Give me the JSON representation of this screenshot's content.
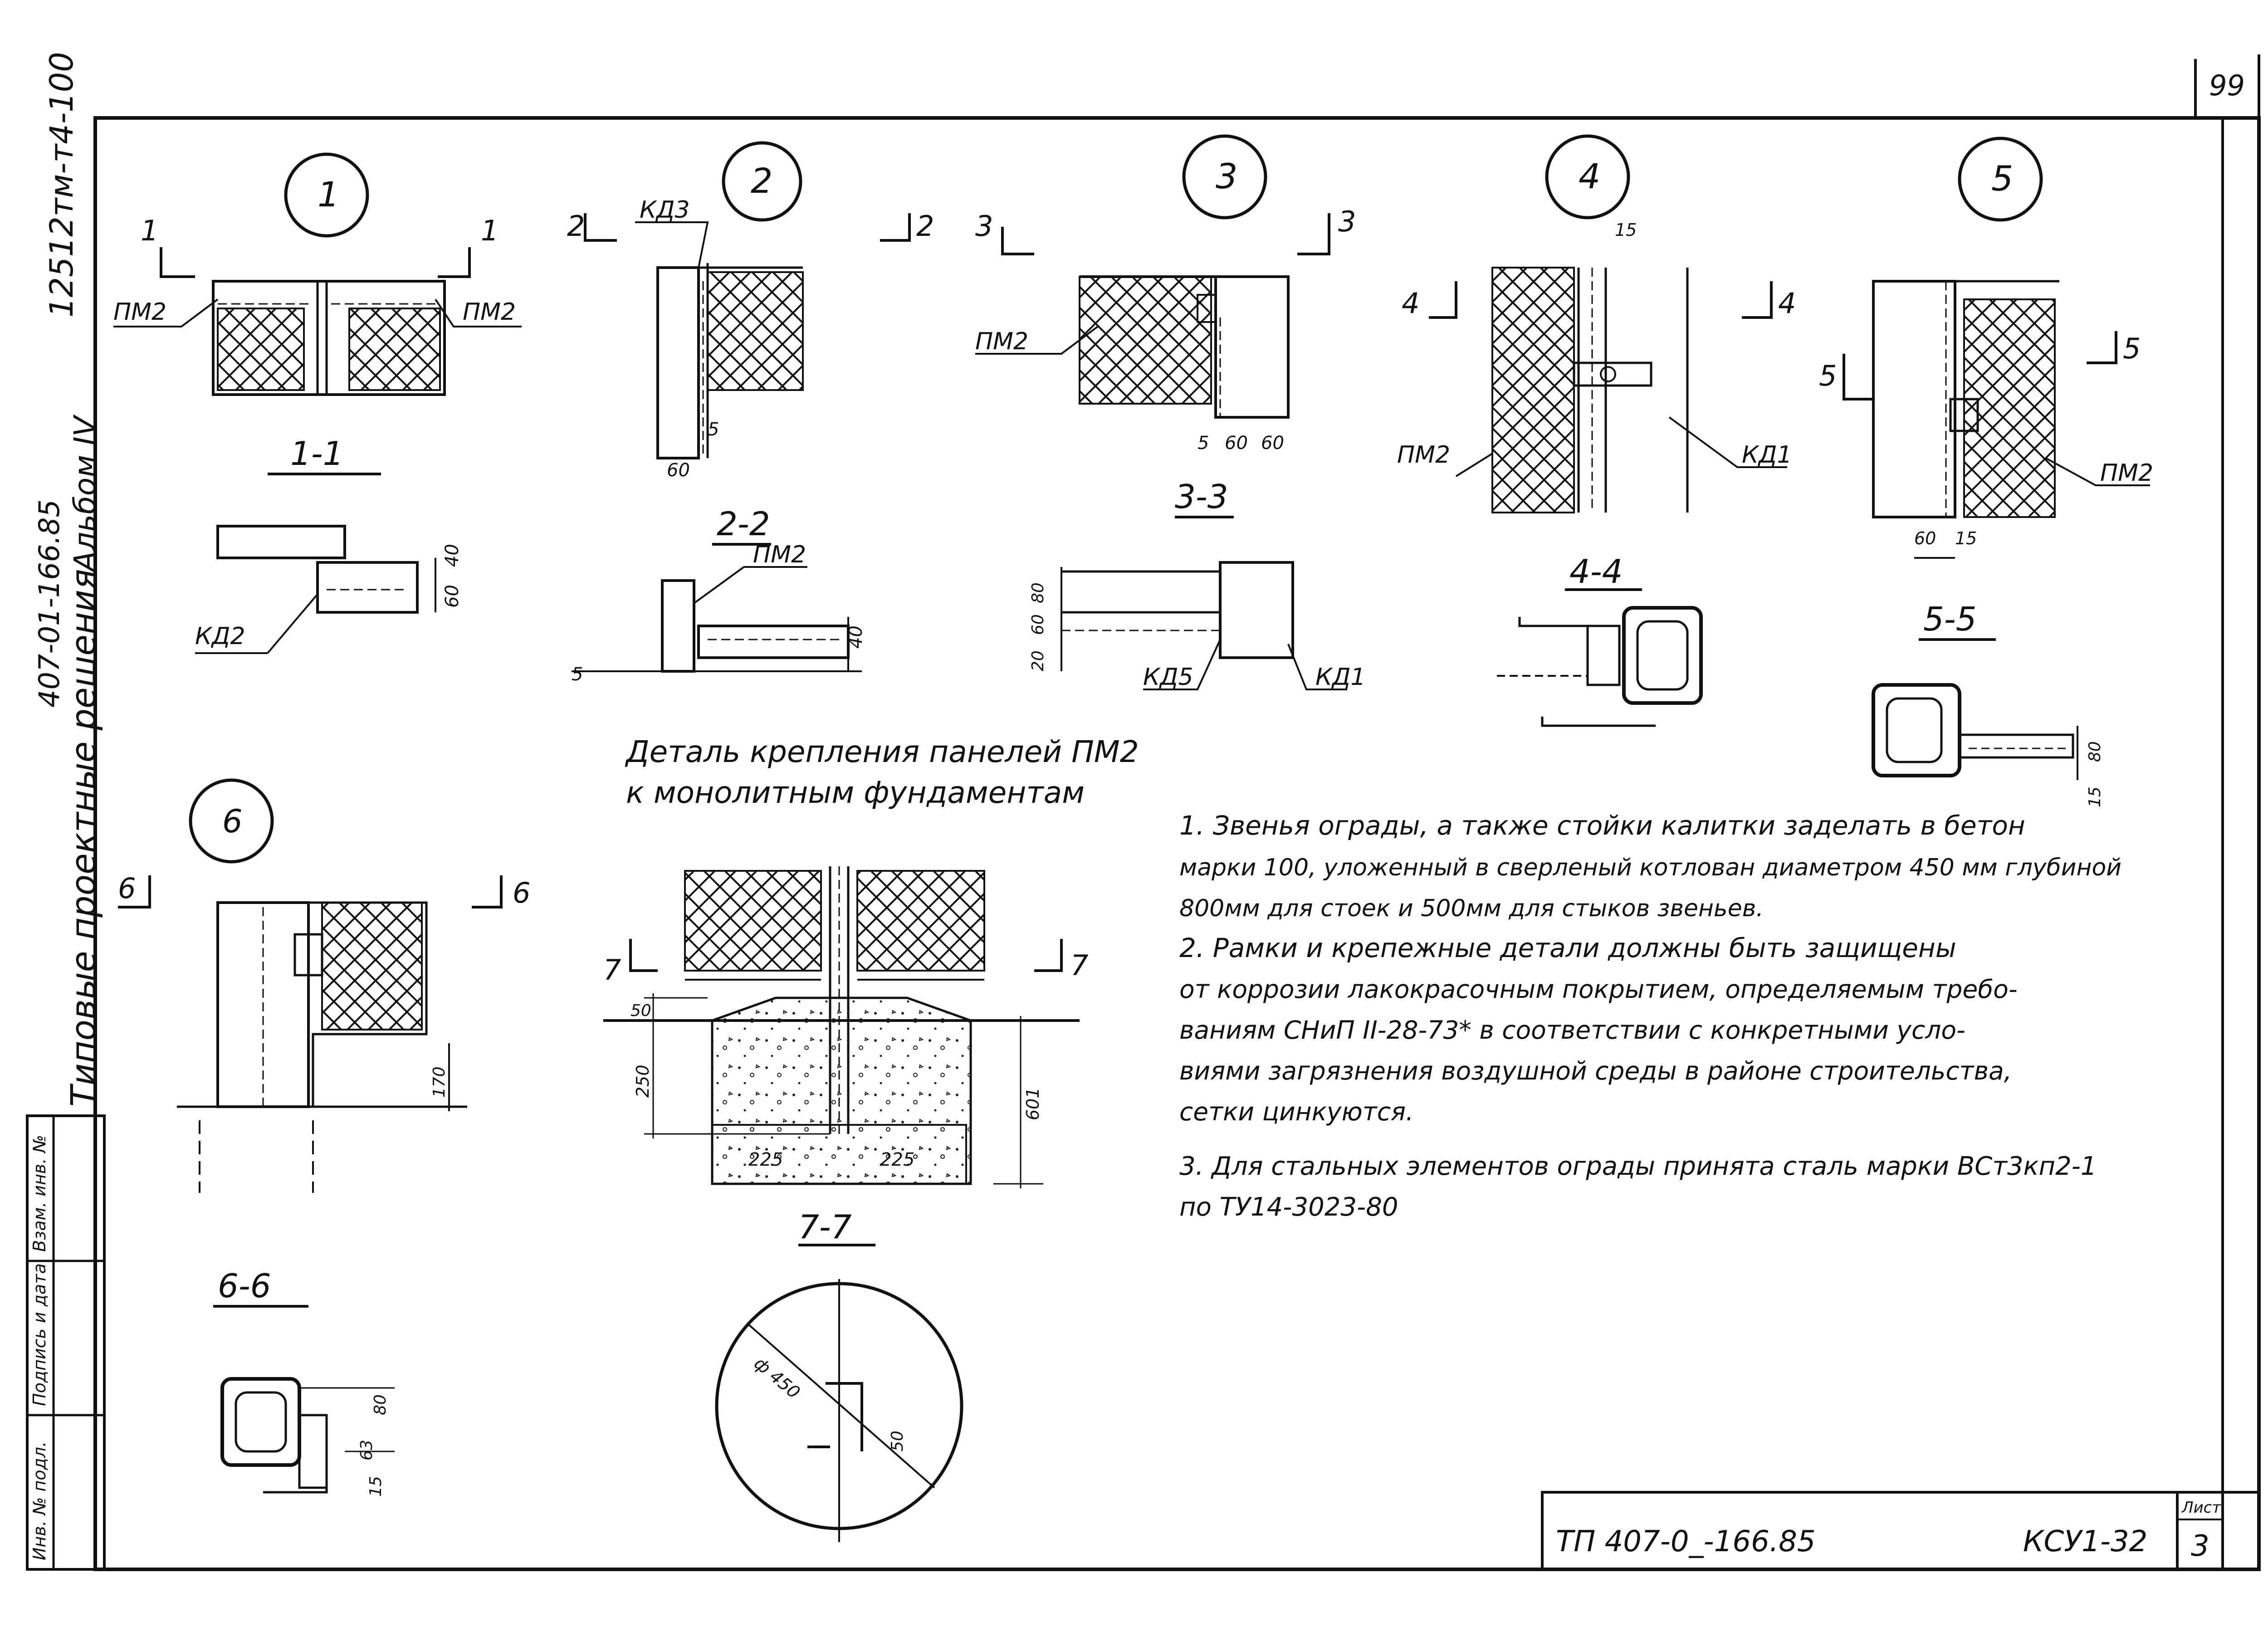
{
  "sheet": {
    "corner_number": "99",
    "side_top": "12512тм-т4-100",
    "side_mid": "407-01-166.85",
    "side_album": "Альбом IV",
    "side_bottom": "Типовые проектные решения",
    "stamp_col1": "Инв. № подл.",
    "stamp_col2": "Подпись и дата",
    "stamp_col3": "Взам. инв. №"
  },
  "details": [
    {
      "num": "1",
      "cut": "1",
      "section": "1-1"
    },
    {
      "num": "2",
      "cut": "2",
      "section": "2-2"
    },
    {
      "num": "3",
      "cut": "3",
      "section": "3-3"
    },
    {
      "num": "4",
      "cut": "4",
      "section": "4-4"
    },
    {
      "num": "5",
      "cut": "5",
      "section": "5-5"
    },
    {
      "num": "6",
      "cut": "6",
      "section": "6-6"
    },
    {
      "num": "",
      "cut": "7",
      "section": "7-7"
    }
  ],
  "labels": {
    "pm2": "ПМ2",
    "kd1": "КД1",
    "kd2": "КД2",
    "kd3": "КД3",
    "kd5": "КД5",
    "d450": "ф 450"
  },
  "dims": {
    "d60": "60",
    "d5": "5",
    "d40": "40",
    "d15": "15",
    "d80": "80",
    "d20": "20",
    "d50": "50",
    "d250": "250",
    "d225": "225",
    "d601": "601",
    "d170": "170",
    "d63": "63"
  },
  "fundament_caption": [
    "Деталь крепления панелей ПМ2",
    "к монолитным фундаментам"
  ],
  "notes": [
    "1. Звенья ограды, а также стойки калитки заделать в бетон",
    "марки 100, уложенный в сверленый котлован диаметром 450 мм глубиной",
    "800мм для стоек и 500мм для стыков звеньев.",
    "2. Рамки и крепежные детали должны быть защищены",
    "от коррозии лакокрасочным покрытием, определяемым требо-",
    "ваниям СНиП II-28-73* в соответствии с конкретными усло-",
    "виями загрязнения воздушной среды в районе строительства,",
    "сетки цинкуются.",
    "3. Для стальных элементов ограды принята сталь марки ВСт3кп2-1",
    "по ТУ14-3023-80"
  ],
  "titleblock": {
    "code": "ТП 407-0_-166.85",
    "mark": "КСУ1-32",
    "sheet_label": "Лист",
    "sheet_num": "3"
  }
}
